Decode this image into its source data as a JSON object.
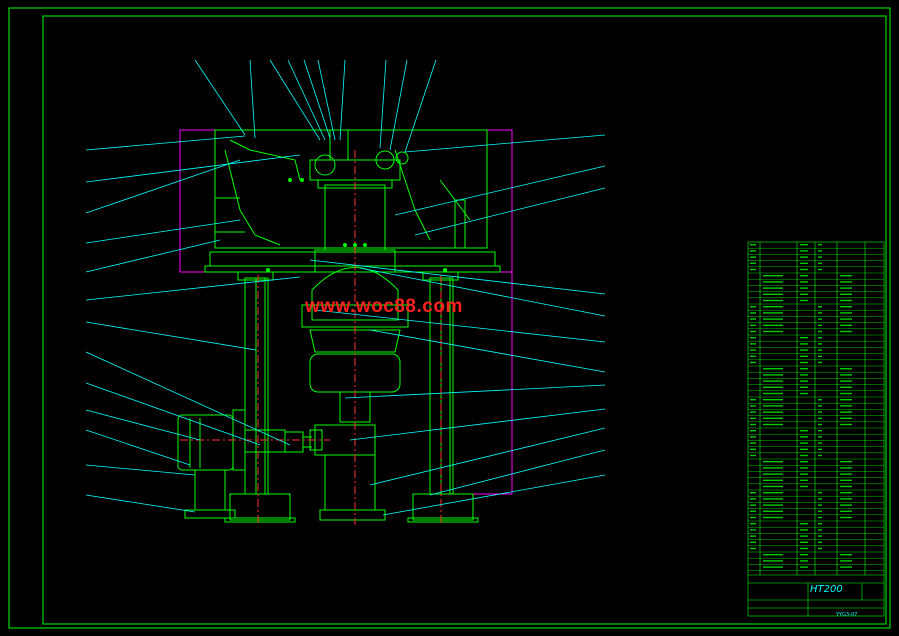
{
  "drawing": {
    "watermark": "www.woc88.com",
    "title_block": {
      "material": "HT200",
      "drawing_no": "YYG3-07"
    }
  },
  "colors": {
    "background": "#000000",
    "frame": "#00ff00",
    "outline": "#00ff00",
    "leaders": "#00ffff",
    "centerline": "#ff3030",
    "boundary": "#ff00ff",
    "bom_text": "#00ff00",
    "watermark": "#ff2020"
  }
}
